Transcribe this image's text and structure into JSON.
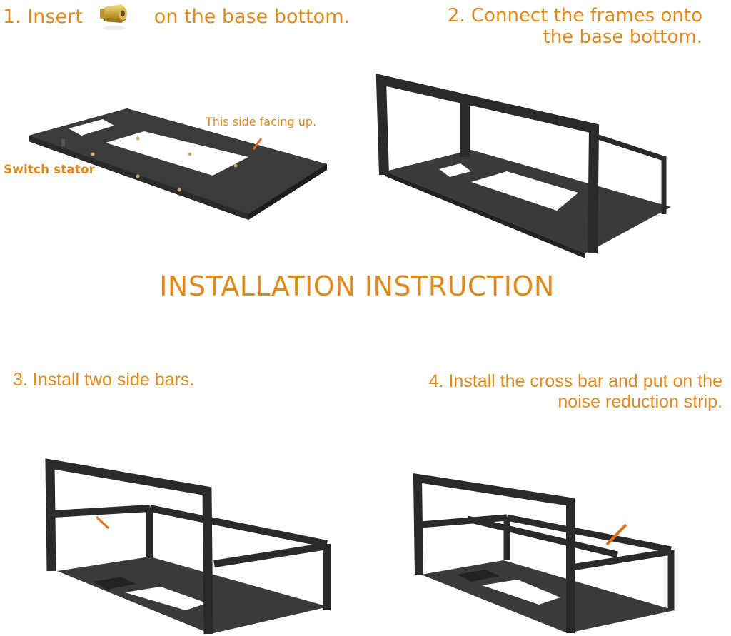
{
  "header": {
    "step1": {
      "prefix": "1. Insert",
      "suffix": "on the base bottom.",
      "icon": "brass-standoff-nut-icon"
    },
    "step2": {
      "line1": "2. Connect the frames onto",
      "line2": "the base bottom."
    }
  },
  "figure1": {
    "callout_up": "This side facing up.",
    "callout_switch": "Switch stator"
  },
  "title": "INSTALLATION INSTRUCTION",
  "footer": {
    "step3": "3. Install two side bars.",
    "step4": {
      "line1": "4. Install the cross bar and put on the",
      "line2": "noise reduction strip."
    }
  },
  "colors": {
    "accent": "#e08a1e",
    "frame": "#2e2e2e",
    "plate": "#3a3a3a",
    "background": "#ffffff"
  }
}
